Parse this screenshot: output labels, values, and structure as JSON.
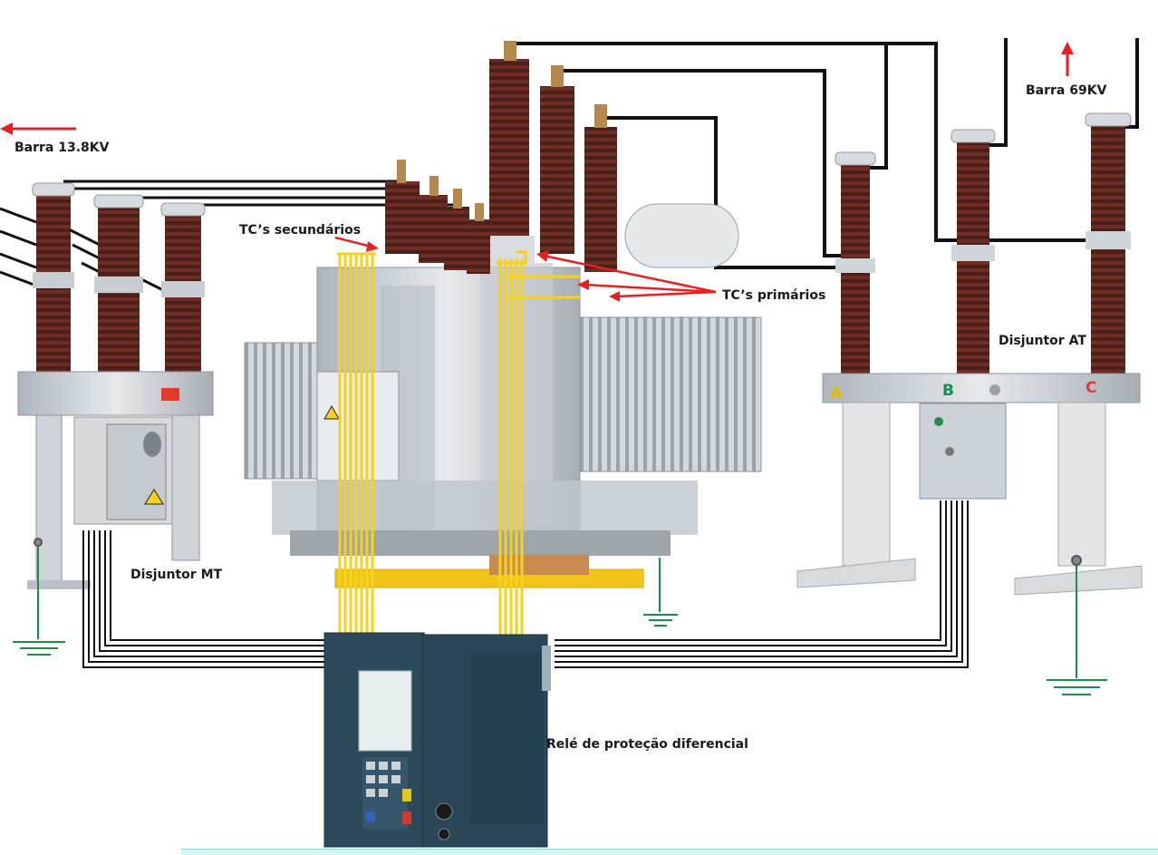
{
  "labels": {
    "bus_mv": "Barra 13.8KV",
    "bus_hv": "Barra 69KV",
    "ct_secondary": "TC’s secundários",
    "ct_primary": "TC’s primários",
    "breaker_mv": "Disjuntor MT",
    "breaker_hv": "Disjuntor AT",
    "relay": "Relé de proteção diferencial"
  },
  "phases": [
    "A",
    "B",
    "C"
  ],
  "colors": {
    "arrow": "#e8201f",
    "ct_wire": "#f5d21c",
    "control_cable": "#111111",
    "ground": "#1f8a4a",
    "porcelain": "#5a2a24",
    "metal": "#c9ced3",
    "phase_a": "#e8b800",
    "phase_b": "#1c8a52",
    "phase_c": "#e23b2e"
  },
  "icons": [
    "arrow-left-icon",
    "arrow-up-icon",
    "ground-symbol-icon",
    "warning-icon"
  ]
}
